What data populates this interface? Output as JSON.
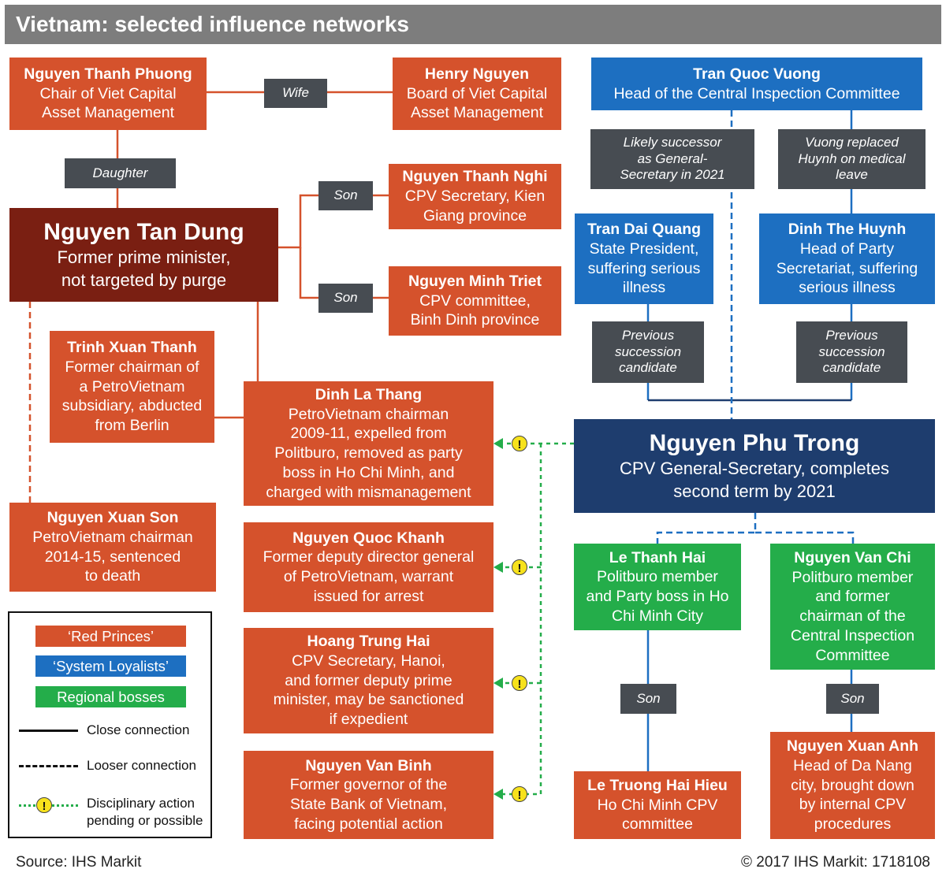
{
  "title": "Vietnam: selected influence networks",
  "nodes": [
    {
      "id": "nguyen-thanh-phuong",
      "name": "Nguyen Thanh Phuong",
      "desc": "Chair of Viet Capital\nAsset Management",
      "group": "red"
    },
    {
      "id": "henry-nguyen",
      "name": "Henry Nguyen",
      "desc": "Board of Viet Capital\nAsset Management",
      "group": "red"
    },
    {
      "id": "nguyen-tan-dung",
      "name": "Nguyen Tan Dung",
      "desc": "Former prime minister,\nnot targeted by purge",
      "group": "dark"
    },
    {
      "id": "nguyen-thanh-nghi",
      "name": "Nguyen Thanh Nghi",
      "desc": "CPV Secretary, Kien\nGiang province",
      "group": "red"
    },
    {
      "id": "nguyen-minh-triet",
      "name": "Nguyen Minh Triet",
      "desc": "CPV committee,\nBinh Dinh province",
      "group": "red"
    },
    {
      "id": "trinh-xuan-thanh",
      "name": "Trinh Xuan Thanh",
      "desc": "Former chairman of\na PetroVietnam\nsubsidiary, abducted\nfrom Berlin",
      "group": "red"
    },
    {
      "id": "dinh-la-thang",
      "name": "Dinh La Thang",
      "desc": "PetroVietnam chairman\n2009-11, expelled from\nPolitburo, removed as party\nboss in Ho Chi Minh, and\ncharged with mismanagement",
      "group": "red"
    },
    {
      "id": "nguyen-xuan-son",
      "name": "Nguyen Xuan Son",
      "desc": "PetroVietnam chairman\n2014-15, sentenced\nto death",
      "group": "red"
    },
    {
      "id": "nguyen-quoc-khanh",
      "name": "Nguyen Quoc Khanh",
      "desc": "Former deputy director general\nof PetroVietnam, warrant\nissued for arrest",
      "group": "red"
    },
    {
      "id": "hoang-trung-hai",
      "name": "Hoang Trung Hai",
      "desc": "CPV Secretary, Hanoi,\nand former deputy prime\nminister, may be sanctioned\nif expedient",
      "group": "red"
    },
    {
      "id": "nguyen-van-binh",
      "name": "Nguyen Van Binh",
      "desc": "Former governor of the\nState Bank of Vietnam,\nfacing potential action",
      "group": "red"
    },
    {
      "id": "tran-quoc-vuong",
      "name": "Tran Quoc Vuong",
      "desc": "Head of the Central Inspection Committee",
      "group": "blue"
    },
    {
      "id": "tran-dai-quang",
      "name": "Tran Dai Quang",
      "desc": "State President,\nsuffering serious\nillness",
      "group": "blue"
    },
    {
      "id": "dinh-the-huynh",
      "name": "Dinh The Huynh",
      "desc": "Head of Party\nSecretariat, suffering\nserious illness",
      "group": "blue"
    },
    {
      "id": "nguyen-phu-trong",
      "name": "Nguyen Phu Trong",
      "desc": "CPV General-Secretary, completes\nsecond term by 2021",
      "group": "navy"
    },
    {
      "id": "le-thanh-hai",
      "name": "Le Thanh Hai",
      "desc": "Politburo member\nand Party boss in Ho\nChi Minh City",
      "group": "green"
    },
    {
      "id": "nguyen-van-chi",
      "name": "Nguyen Van Chi",
      "desc": "Politburo member\nand former\nchairman of the\nCentral Inspection\nCommittee",
      "group": "green"
    },
    {
      "id": "le-truong-hai-hieu",
      "name": "Le Truong Hai Hieu",
      "desc": "Ho Chi Minh CPV\ncommittee",
      "group": "red"
    },
    {
      "id": "nguyen-xuan-anh",
      "name": "Nguyen Xuan Anh",
      "desc": "Head of Da Nang\ncity, brought down\nby internal CPV\nprocedures",
      "group": "red"
    }
  ],
  "edge_labels": [
    {
      "id": "wife",
      "text": "Wife"
    },
    {
      "id": "daughter",
      "text": "Daughter"
    },
    {
      "id": "son-nghi",
      "text": "Son"
    },
    {
      "id": "son-triet",
      "text": "Son"
    },
    {
      "id": "likely-successor",
      "text": "Likely successor\nas General-\nSecretary in 2021"
    },
    {
      "id": "vuong-replaced",
      "text": "Vuong replaced\nHuynh on medical\nleave"
    },
    {
      "id": "prev-quang",
      "text": "Previous\nsuccession\ncandidate"
    },
    {
      "id": "prev-huynh",
      "text": "Previous\nsuccession\ncandidate"
    },
    {
      "id": "son-hieu",
      "text": "Son"
    },
    {
      "id": "son-anh",
      "text": "Son"
    }
  ],
  "legend": {
    "red_princes": "‘Red Princes’",
    "system_loyalists": "‘System Loyalists’",
    "regional_bosses": "Regional bosses",
    "close": "Close connection",
    "looser": "Looser connection",
    "disciplinary": "Disciplinary action\npending or possible"
  },
  "footer": {
    "source": "Source: IHS Markit",
    "copyright": "© 2017 IHS Markit: 1718108"
  },
  "colors": {
    "red_princes": "#d5522c",
    "dung": "#7a1f12",
    "system_loyalists": "#1d6fc1",
    "trong": "#1e3d6e",
    "regional_bosses": "#24ad4a",
    "label_bg": "#474c52",
    "warning": "#f7e21c"
  }
}
